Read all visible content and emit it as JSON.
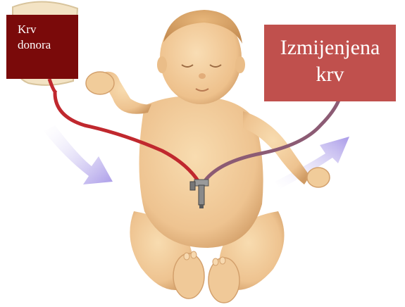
{
  "labels": {
    "donor_blood": [
      "Krv",
      "donora"
    ],
    "exchanged_blood": [
      "Izmijenjena",
      "krv"
    ]
  },
  "colors": {
    "donor_box": "#7a0a0a",
    "exchanged_box": "#c0504d",
    "donor_tube": "#c0282e",
    "exchanged_tube": "#8c5b74",
    "arrow": "#a99ae8",
    "skin": "#f1cf9e",
    "skin_shadow": "#cf9a63"
  },
  "icons": [
    "blood-bag-icon",
    "stopcock-valve-icon",
    "flow-in-arrow-icon",
    "flow-out-arrow-icon"
  ]
}
